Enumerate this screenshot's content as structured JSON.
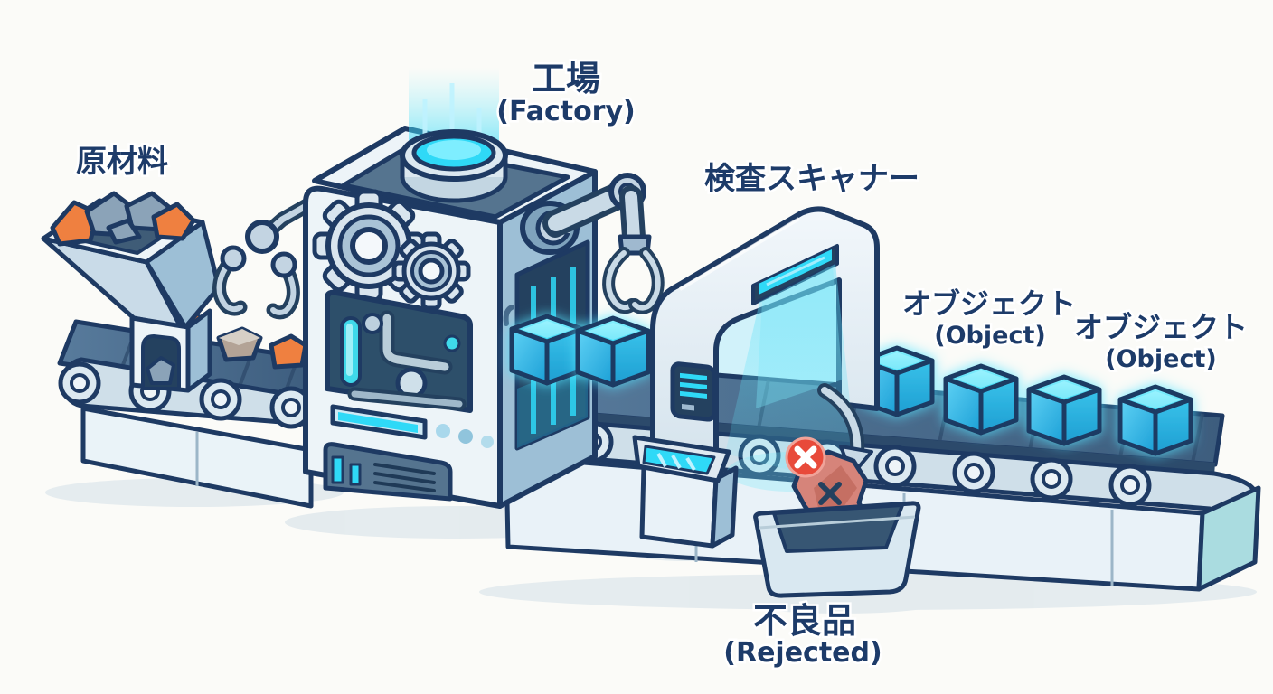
{
  "title": "Factory production line inspection diagram",
  "labels": {
    "raw_materials": "原材料",
    "factory_jp": "工場",
    "factory_en": "(Factory)",
    "scanner": "検査スキャナー",
    "object_jp": "オブジェクト",
    "object_en": "(Object)",
    "rejected_jp": "不良品",
    "rejected_en": "(Rejected)"
  },
  "colors": {
    "outline": "#1e3a63",
    "label": "#1d3b69",
    "glow": "#2fd9f7",
    "belt": "#4f7090",
    "belt_dark": "#2c4a6b",
    "machine_light": "#edf4f8",
    "machine_mid": "#c9dbe8",
    "machine_dark": "#9dbfd6",
    "orange": "#ef8040",
    "reject_red": "#e84a3a",
    "bin": "#d9e8f1",
    "defect": "#d6847a",
    "cube_cyan": "#29c9f0"
  }
}
